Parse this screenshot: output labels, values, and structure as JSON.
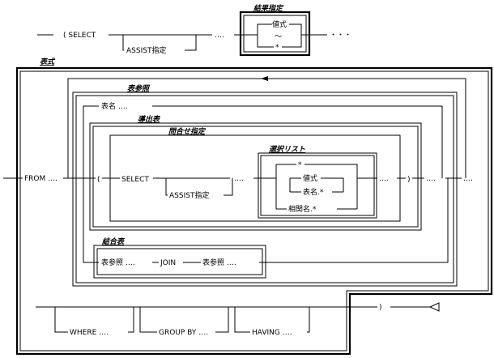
{
  "top": {
    "paren_select": "( SELECT",
    "assist": "ASSIST指定",
    "dots1": "‥‥",
    "dots2": "・・・",
    "result_title": "結果指定",
    "value": "値式",
    "tilde": "〜",
    "star": "*"
  },
  "expr": {
    "title": "表式",
    "table_ref_title": "表参照",
    "table_name": "表名 ‥‥",
    "derived_title": "導出表",
    "query_title": "問合せ指定",
    "select_list_title": "選択リスト",
    "from": "FROM ‥‥",
    "lparen": "(",
    "select": "SELECT",
    "assist": "ASSIST指定",
    "dots_a": "‥‥",
    "star": "*",
    "value": "値式",
    "table_star": "表名.*",
    "corr_star": "相関名.*",
    "dots_b": "‥‥",
    "rparen": ")",
    "dots_c": "‥‥",
    "dots_d": "‥‥",
    "join_title": "結合表",
    "join_left": "表参照 ‥‥",
    "join": "JOIN",
    "join_right": "表参照 ‥‥",
    "where": "WHERE ‥‥",
    "group_by": "GROUP BY ‥‥",
    "having": "HAVING ‥‥",
    "end_paren": ")"
  }
}
